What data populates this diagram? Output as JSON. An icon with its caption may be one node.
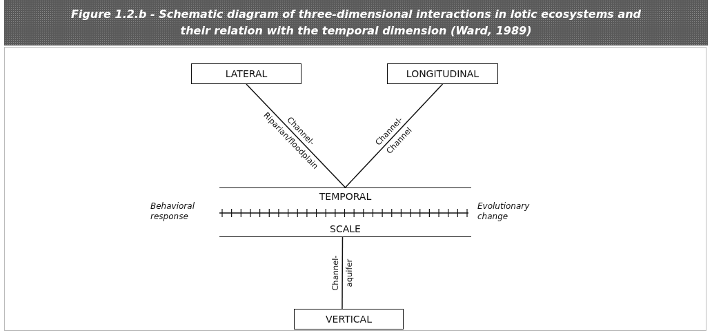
{
  "diagram": {
    "title": "Figure 1.2.b - Schematic diagram of three-dimensional interactions in lotic ecosystems and their relation with the temporal dimension (Ward, 1989)",
    "nodes": [
      {
        "text": [
          "LATERAL"
        ]
      },
      {
        "text": [
          "LONGITUDINAL"
        ]
      },
      {
        "text": [
          "TEMPORAL",
          "SCALE"
        ],
        "beside": [
          "Behavioral response",
          "Evolutionary change"
        ]
      },
      {
        "text": [
          "VERTICAL"
        ]
      }
    ],
    "edges": [
      {
        "from": 0,
        "to": 2,
        "arrow": "none",
        "label": "Channel- Riparian/floodplain"
      },
      {
        "from": 1,
        "to": 2,
        "arrow": "none",
        "label": "Channel- Channel"
      },
      {
        "from": 2,
        "to": 3,
        "arrow": "none",
        "label": "Channel- aquifer"
      }
    ]
  }
}
